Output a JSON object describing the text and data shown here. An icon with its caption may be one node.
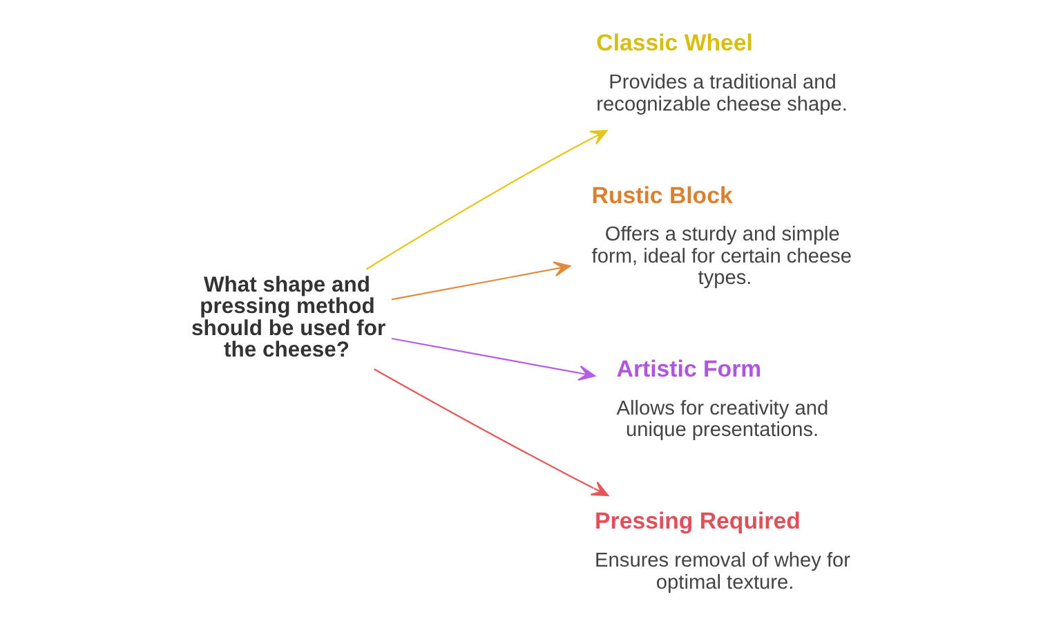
{
  "diagram": {
    "nodes": [
      {
        "text": [
          "What shape and pressing method should be used for the cheese?"
        ]
      },
      {
        "text": [
          "Classic Wheel",
          "Provides a traditional and recognizable cheese shape."
        ]
      },
      {
        "text": [
          "Rustic Block",
          "Offers a sturdy and simple form, ideal for certain cheese types."
        ]
      },
      {
        "text": [
          "Artistic Form",
          "Allows for creativity and unique presentations."
        ]
      },
      {
        "text": [
          "Pressing Required",
          "Ensures removal of whey for optimal texture."
        ]
      }
    ],
    "edges": [
      {
        "from": 0,
        "to": 1,
        "arrow": "to",
        "color": "#e2c81c"
      },
      {
        "from": 0,
        "to": 2,
        "arrow": "to",
        "color": "#e08a3c"
      },
      {
        "from": 0,
        "to": 3,
        "arrow": "to",
        "color": "#b55ee6"
      },
      {
        "from": 0,
        "to": 4,
        "arrow": "to",
        "color": "#e4585a"
      }
    ]
  }
}
